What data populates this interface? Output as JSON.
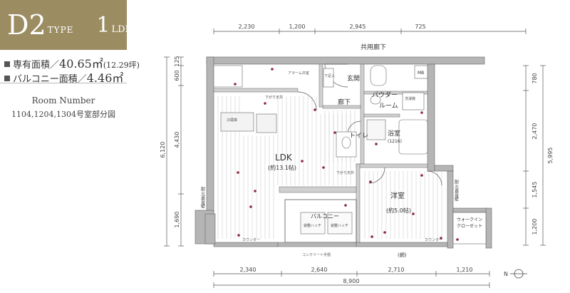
{
  "type_badge": {
    "code": "D2",
    "type_word": "TYPE",
    "layout_num": "1",
    "layout": "LDK"
  },
  "areas": {
    "private_label": "専有面積／",
    "private_value": "40.65㎡",
    "private_tsubo": "(12.29坪)",
    "balcony_label": "バルコニー面積／",
    "balcony_value": "4.46㎡"
  },
  "room_number": {
    "title": "Room Number",
    "value": "1104,1204,1304号室部分図"
  },
  "dims_top": [
    "2,230",
    "1,200",
    "2,945",
    "725"
  ],
  "dims_bottom": [
    "2,340",
    "2,640",
    "2,710",
    "1,210"
  ],
  "dim_total": "8,900",
  "dims_left": [
    "125",
    "600",
    "4,430",
    "6,120",
    "1,690"
  ],
  "dims_right": [
    "780",
    "2,470",
    "5,995",
    "1,545",
    "1,200"
  ],
  "rooms": {
    "corridor": "共用廊下",
    "entrance": "玄関",
    "hallway": "廊下",
    "powder_1": "パウダー",
    "powder_2": "ルーム",
    "toilet": "トイレ",
    "bath": "浴室",
    "bath_size": "(1216)",
    "ldk": "LDK",
    "ldk_size": "(約13.1帖)",
    "western": "洋室",
    "western_size": "(約5.0帖)",
    "balcony": "バルコニー",
    "wic_1": "ウォークイン",
    "wic_2": "クローゼット",
    "mb": "MB",
    "alarm": "アラーム弁室",
    "firewall_1": "耐火遮音壁",
    "firewall_2": "耐火遮音壁",
    "counter_1": "カウンター",
    "counter_2": "カウンター",
    "concrete": "コンクリート手摺",
    "fridge": "冷蔵庫",
    "washer": "洗濯機",
    "ac_1": "避難ハッチ",
    "ac_2": "避難ハッチ",
    "shoebox": "下足入",
    "ceiling_1": "下がり天井",
    "ceiling_2": "下がり天井",
    "window_bottom": "(網)",
    "compass": "N"
  }
}
